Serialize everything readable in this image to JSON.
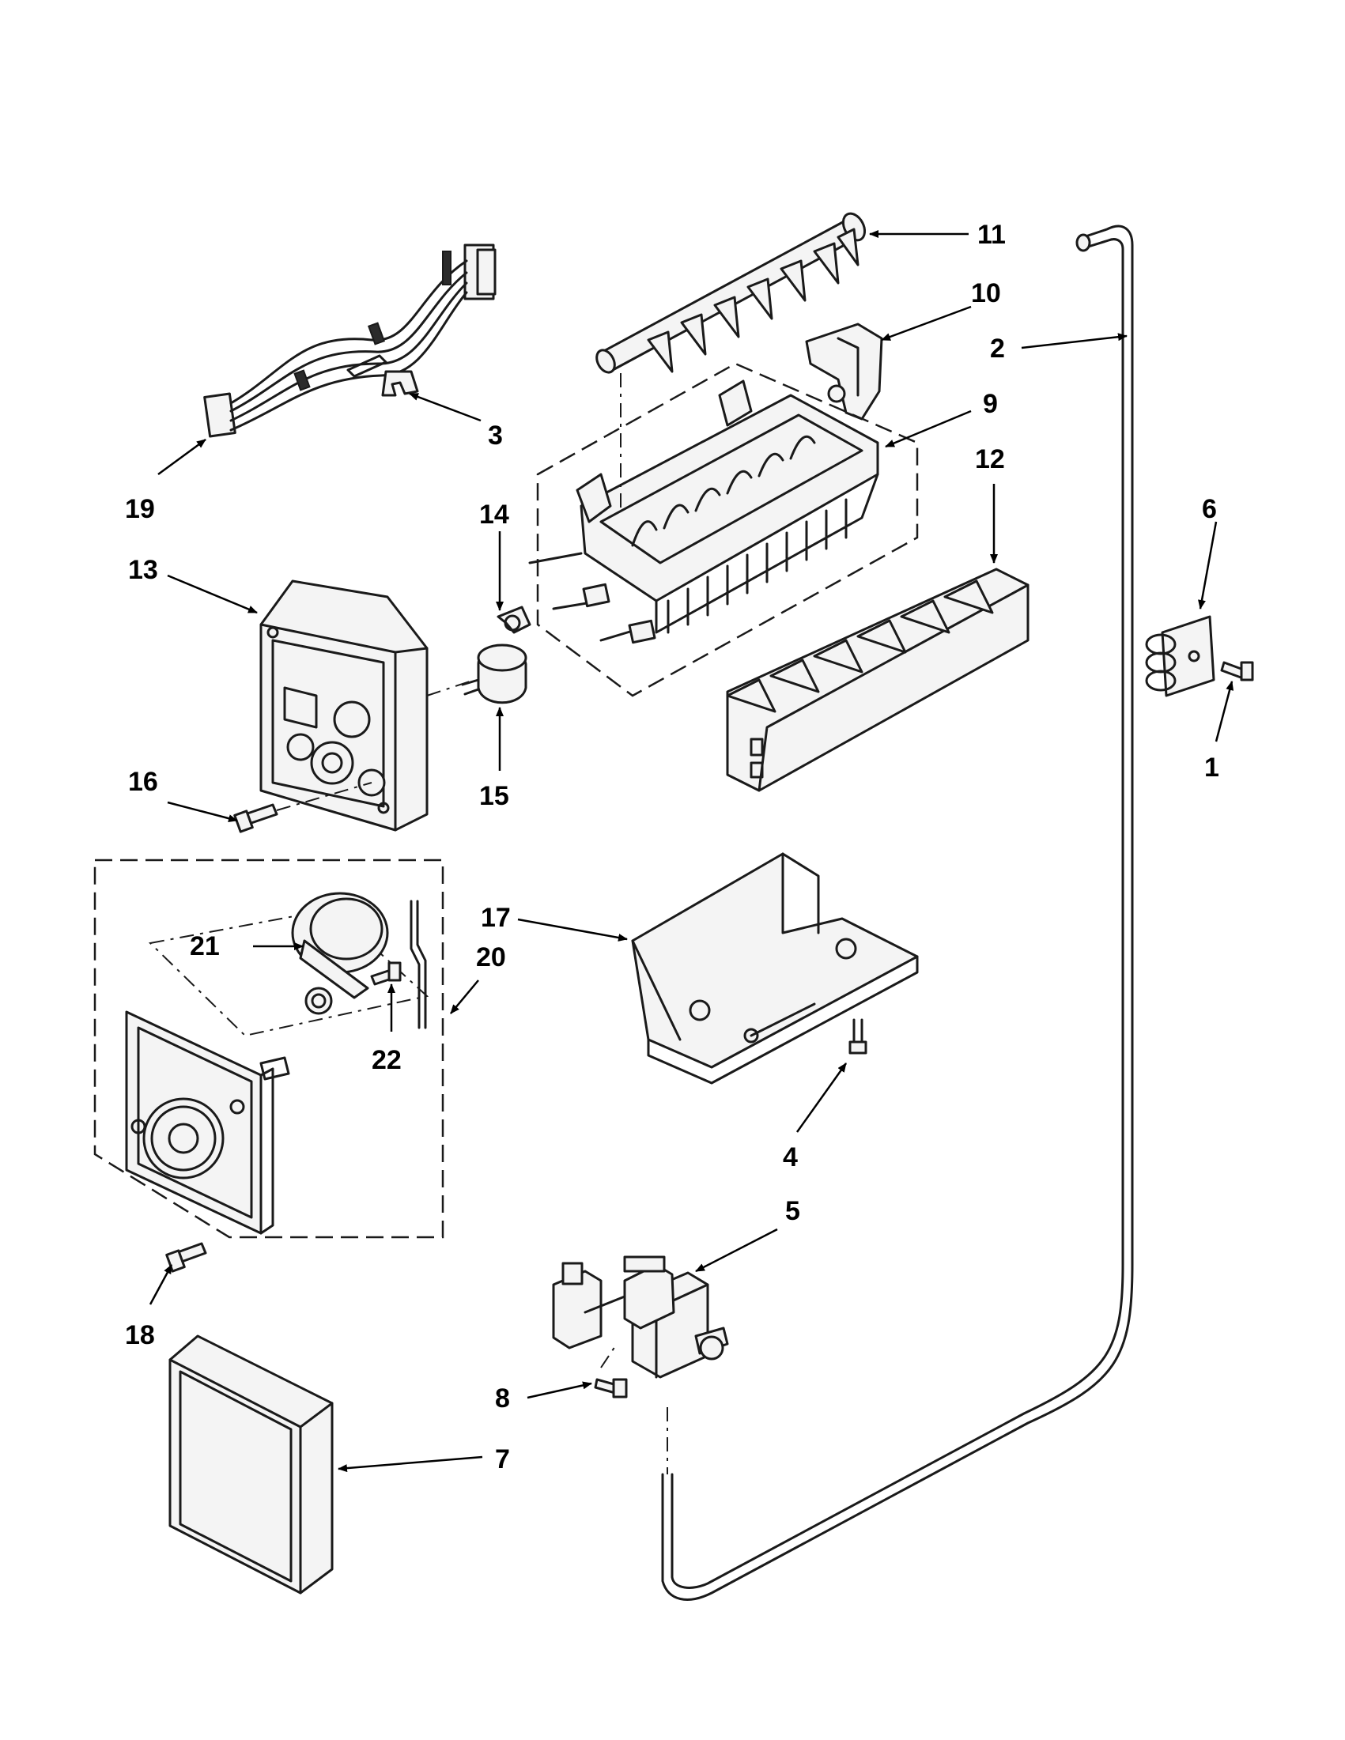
{
  "callouts": {
    "c1": "1",
    "c2": "2",
    "c3": "3",
    "c4": "4",
    "c5": "5",
    "c6": "6",
    "c7": "7",
    "c8": "8",
    "c9": "9",
    "c10": "10",
    "c11": "11",
    "c12": "12",
    "c13": "13",
    "c14": "14",
    "c15": "15",
    "c16": "16",
    "c17": "17",
    "c18": "18",
    "c19": "19",
    "c20": "20",
    "c21": "21",
    "c22": "22"
  },
  "colors": {
    "ink": "#1a1a1a",
    "paper": "#ffffff"
  }
}
